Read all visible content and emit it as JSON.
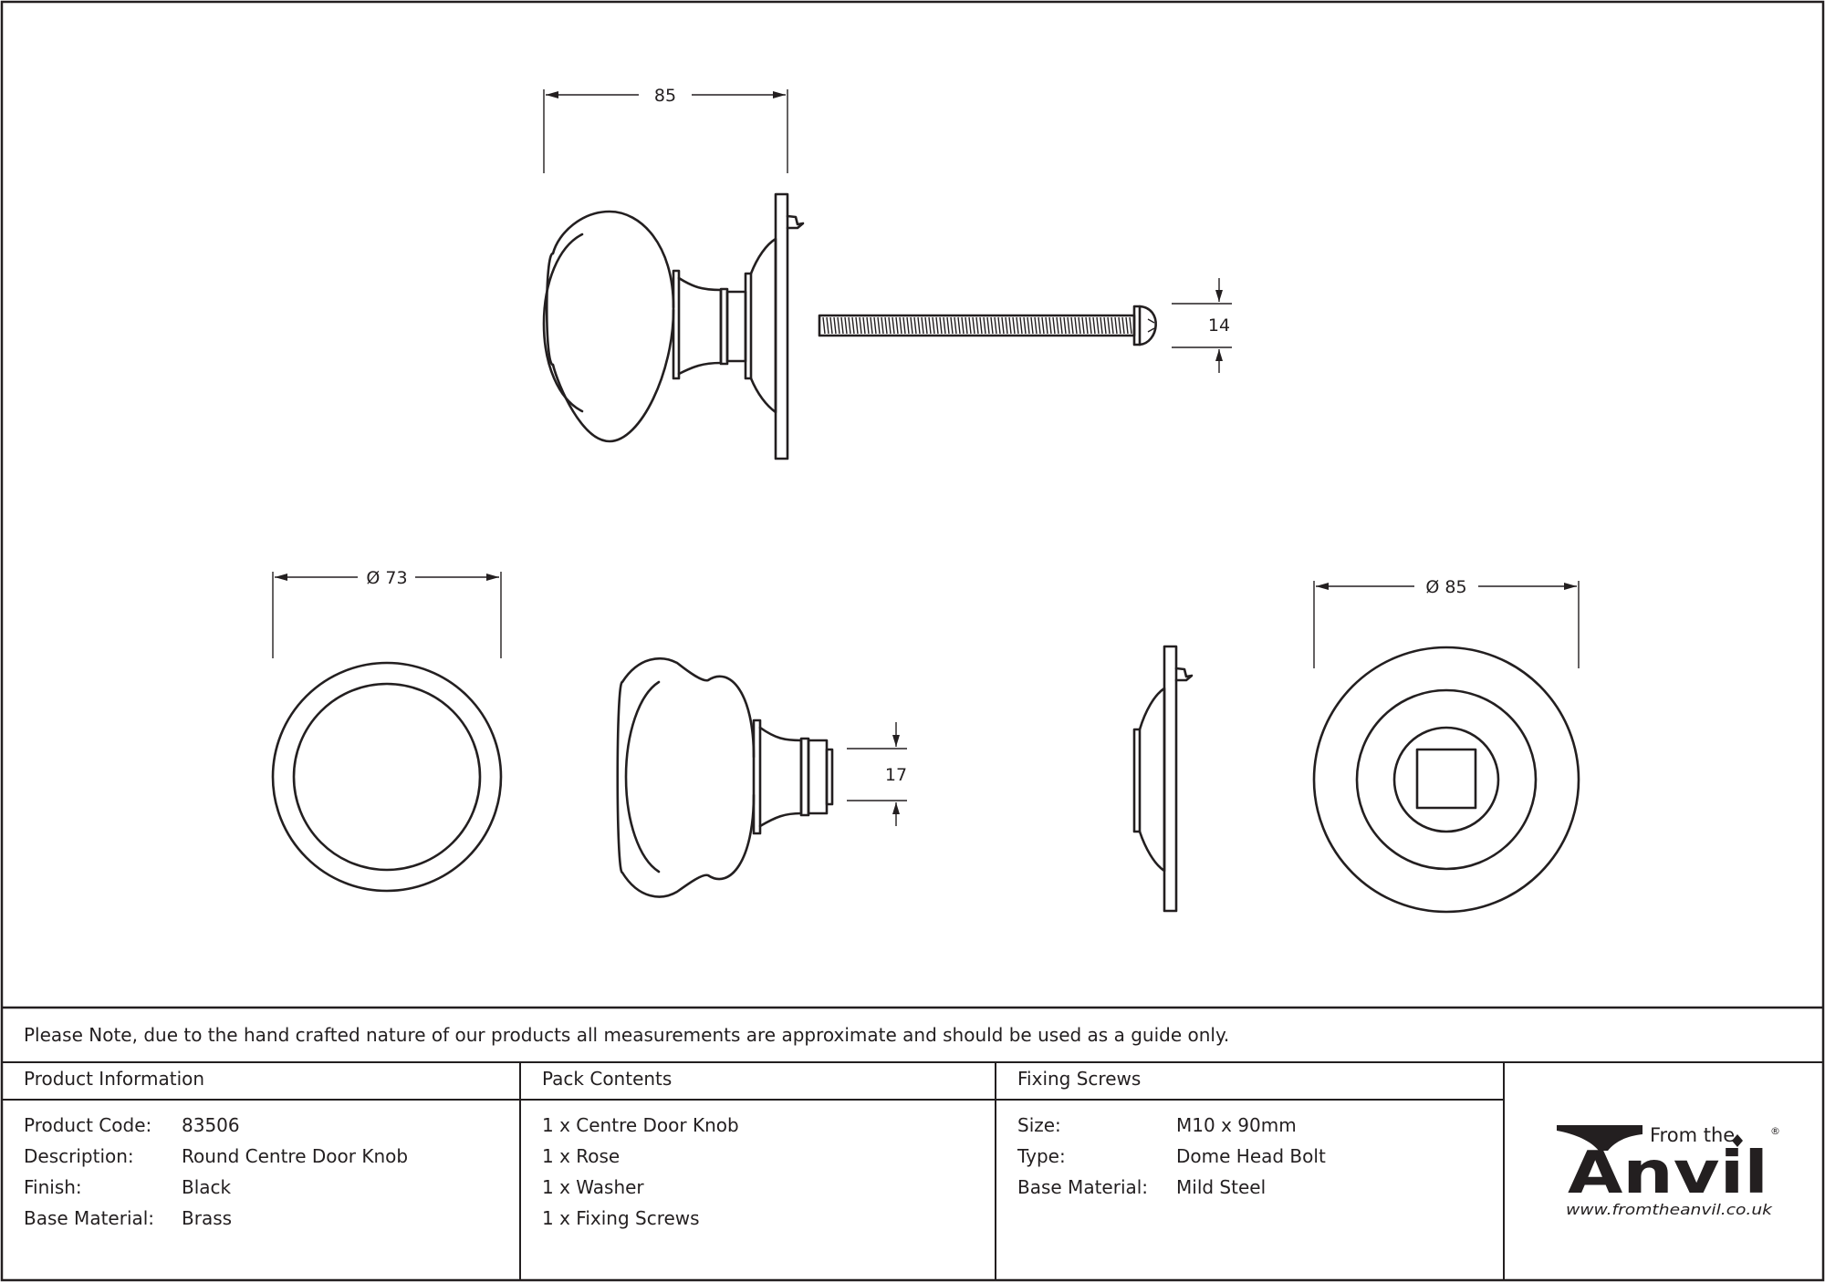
{
  "dimensions": {
    "side_width": "85",
    "bolt_height": "14",
    "rose_diameter": "Ø 73",
    "spindle_height": "17",
    "back_diameter": "Ø 85"
  },
  "note": "Please Note, due to the hand crafted nature of our products all measurements are approximate and should be used as a guide only.",
  "product_info": {
    "heading": "Product Information",
    "rows": [
      {
        "label": "Product Code:",
        "value": "83506"
      },
      {
        "label": "Description:",
        "value": "Round Centre Door Knob"
      },
      {
        "label": "Finish:",
        "value": "Black"
      },
      {
        "label": "Base Material:",
        "value": "Brass"
      }
    ]
  },
  "pack_contents": {
    "heading": "Pack Contents",
    "items": [
      "1 x Centre Door Knob",
      "1 x Rose",
      "1 x Washer",
      "1 x Fixing Screws"
    ]
  },
  "fixing_screws": {
    "heading": "Fixing Screws",
    "rows": [
      {
        "label": "Size:",
        "value": "M10 x 90mm"
      },
      {
        "label": "Type:",
        "value": "Dome Head Bolt"
      },
      {
        "label": "Base Material:",
        "value": "Mild Steel"
      }
    ]
  },
  "logo": {
    "from_the": "From the",
    "brand": "Anvil",
    "registered": "®",
    "url": "www.fromtheanvil.co.uk"
  }
}
